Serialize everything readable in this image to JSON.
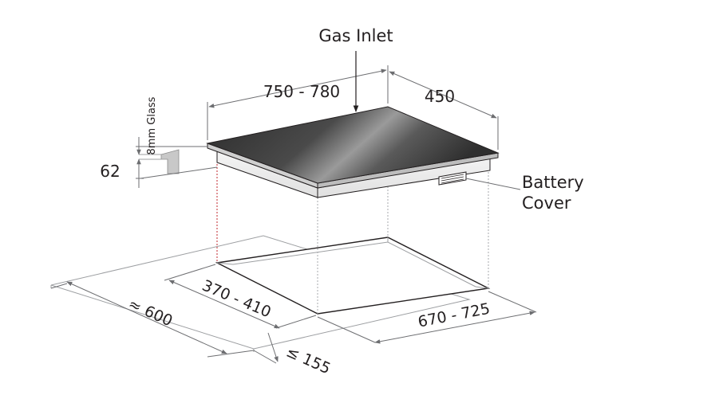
{
  "labels": {
    "gas_inlet": "Gas Inlet",
    "width_range": "750 - 780",
    "depth": "450",
    "glass": "8mm Glass",
    "height": "62",
    "battery_line1": "Battery",
    "battery_line2": "Cover",
    "cutout_depth": "370 - 410",
    "cutout_width": "670 - 725",
    "cabinet_depth": "≈ 600",
    "front_clearance": "≤ 155"
  },
  "colors": {
    "glass_dark": "#2b2b2b",
    "glass_light": "#8e8e8e",
    "dimension_line": "#6d6e71",
    "text": "#231f20",
    "dashed_guide": "#a7a9ac",
    "dashed_red": "#c0272d"
  }
}
